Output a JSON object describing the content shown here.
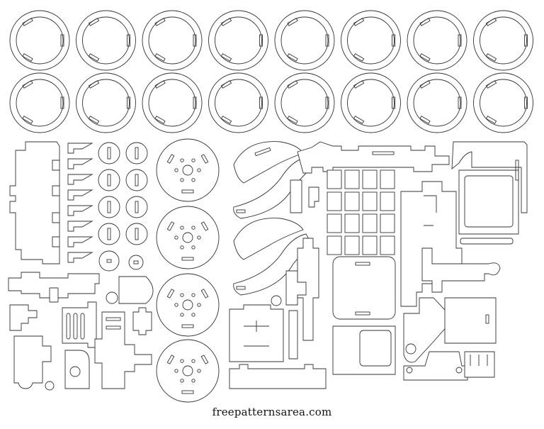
{
  "credit": "freepatternsarea.com",
  "colors": {
    "line": "#333333",
    "background": "#ffffff"
  },
  "parts": {
    "rings": {
      "rows": 2,
      "per_row": 8
    },
    "small_discs": 10,
    "gear_wheels": 4,
    "grid_windows": 16
  }
}
